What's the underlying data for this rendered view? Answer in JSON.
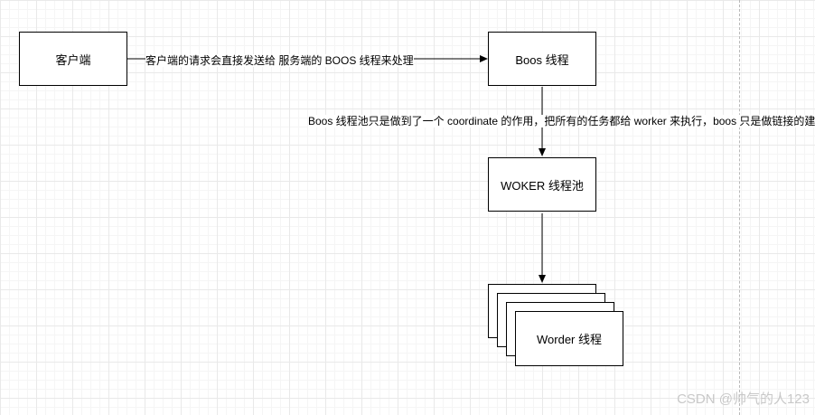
{
  "nodes": {
    "client": "客户端",
    "boss": "Boos 线程",
    "worker_pool": "WOKER 线程池",
    "worker_thread": "Worder 线程"
  },
  "edges": {
    "client_to_boss": "客户端的请求会直接发送给 服务端的 BOOS 线程来处理",
    "boss_to_pool": "Boos 线程池只是做到了一个 coordinate 的作用，把所有的任务都给 worker 来执行，boos 只是做链接的建立"
  },
  "watermark": "CSDN @帅气的人123"
}
